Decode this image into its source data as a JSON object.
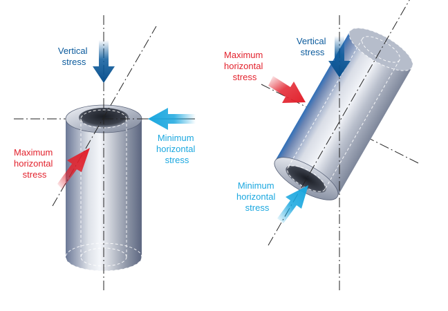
{
  "left_panel": {
    "vertical_stress": [
      "Vertical",
      "stress"
    ],
    "minimum_horizontal_stress": [
      "Minimum",
      "horizontal",
      "stress"
    ],
    "maximum_horizontal_stress": [
      "Maximum",
      "horizontal",
      "stress"
    ]
  },
  "right_panel": {
    "vertical_stress": [
      "Vertical",
      "stress"
    ],
    "maximum_horizontal_stress": [
      "Maximum",
      "horizontal",
      "stress"
    ],
    "minimum_horizontal_stress": [
      "Minimum",
      "horizontal",
      "stress"
    ]
  },
  "colors": {
    "vertical_stress": "#0a5a9c",
    "minimum_horizontal_stress": "#1aa7df",
    "maximum_horizontal_stress": "#e2212c",
    "cylinder_mid": "#c9cdd6",
    "cylinder_shadow": "#4c5a78"
  }
}
